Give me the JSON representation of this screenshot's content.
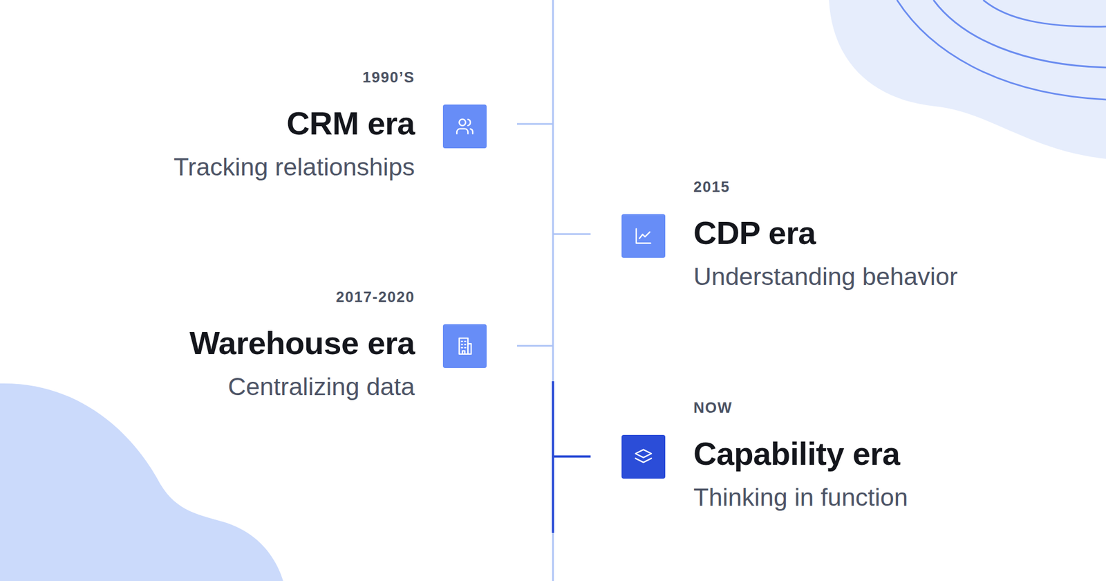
{
  "diagram": {
    "nodes": [
      {
        "text": [
          "1990’S",
          "CRM era",
          "Tracking relationships"
        ]
      },
      {
        "text": [
          "2015",
          "CDP era",
          "Understanding behavior"
        ]
      },
      {
        "text": [
          "2017-2020",
          "Warehouse era",
          "Centralizing data"
        ]
      },
      {
        "text": [
          "NOW",
          "Capability era",
          "Thinking in function"
        ]
      }
    ]
  }
}
